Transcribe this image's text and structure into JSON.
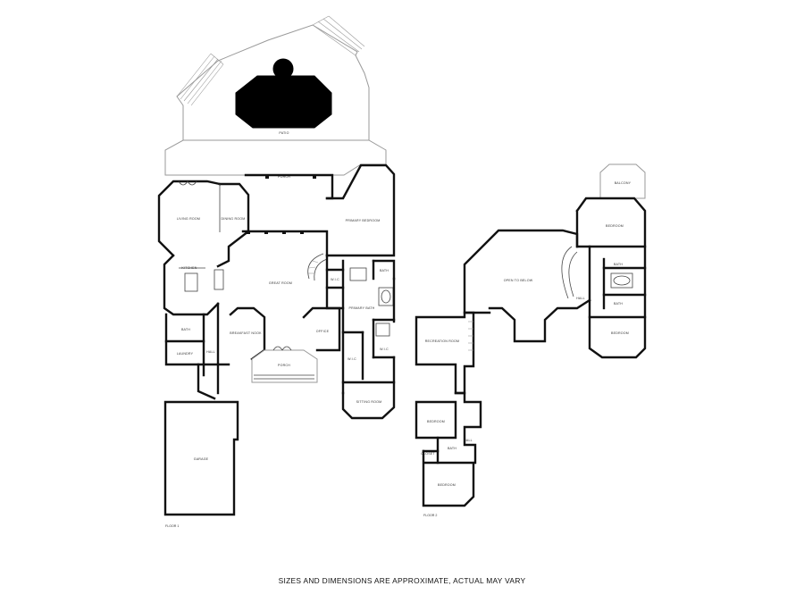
{
  "floor_labels": {
    "floor1": "FLOOR 1",
    "floor2": "FLOOR 2"
  },
  "rooms_floor1": {
    "patio": "PATIO",
    "porch_back": "PORCH",
    "living_room": "LIVING ROOM",
    "dining_room": "DINING ROOM",
    "primary_bedroom": "PRIMARY BEDROOM",
    "kitchen": "KITCHEN",
    "great_room": "GREAT ROOM",
    "walk_in_1": "W.I.C",
    "bath_1": "BATH",
    "primary_bath": "PRIMARY BATH",
    "bath_small": "BATH",
    "breakfast_nook": "BREAKFAST NOOK",
    "office": "OFFICE",
    "laundry": "LAUNDRY",
    "hall_1": "HALL",
    "porch_front": "PORCH",
    "walk_in_2": "W.I.C",
    "walk_in_3": "W.I.C",
    "sitting_room": "SITTING ROOM",
    "garage": "GARAGE"
  },
  "rooms_floor2": {
    "balcony": "BALCONY",
    "bedroom_ne": "BEDROOM",
    "bath_ne": "BATH",
    "open_to_below": "OPEN TO BELOW",
    "hall_2": "HALL",
    "bath_e": "BATH",
    "bedroom_e": "BEDROOM",
    "recreation_room": "RECREATION ROOM",
    "bedroom_sw": "BEDROOM",
    "hall_3": "HALL",
    "bath_sw": "BATH",
    "closet": "CLOSET",
    "bedroom_s": "BEDROOM"
  },
  "disclaimer": "SIZES AND DIMENSIONS ARE APPROXIMATE, ACTUAL MAY VARY"
}
